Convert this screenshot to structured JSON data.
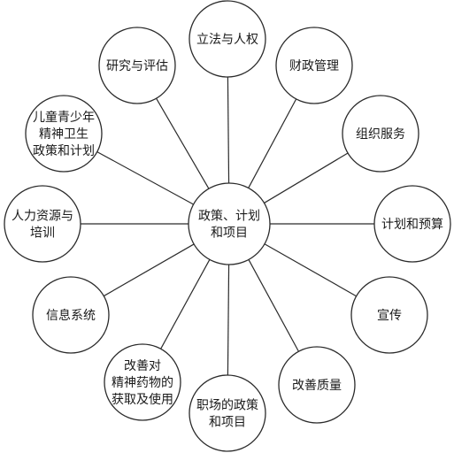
{
  "center": {
    "lines": [
      "政策、计划",
      "和项目"
    ]
  },
  "nodes": [
    {
      "id": "legislation-human-rights",
      "lines": [
        "立法与人权"
      ]
    },
    {
      "id": "financing",
      "lines": [
        "财政管理"
      ]
    },
    {
      "id": "organization-services",
      "lines": [
        "组织服务"
      ]
    },
    {
      "id": "planning-budgeting",
      "lines": [
        "计划和预算"
      ]
    },
    {
      "id": "advocacy",
      "lines": [
        "宣传"
      ]
    },
    {
      "id": "quality-improvement",
      "lines": [
        "改善质量"
      ]
    },
    {
      "id": "workplace-policies",
      "lines": [
        "职场的政策",
        "和项目"
      ]
    },
    {
      "id": "psychotropic-medicines",
      "lines": [
        "改善对",
        "精神药物的",
        "获取及使用"
      ]
    },
    {
      "id": "information-systems",
      "lines": [
        "信息系统"
      ]
    },
    {
      "id": "human-resources",
      "lines": [
        "人力资源与",
        "培训"
      ]
    },
    {
      "id": "child-adolescent-policy",
      "lines": [
        "儿童青少年",
        "精神卫生",
        "政策和计划"
      ]
    },
    {
      "id": "research-evaluation",
      "lines": [
        "研究与评估"
      ]
    }
  ]
}
